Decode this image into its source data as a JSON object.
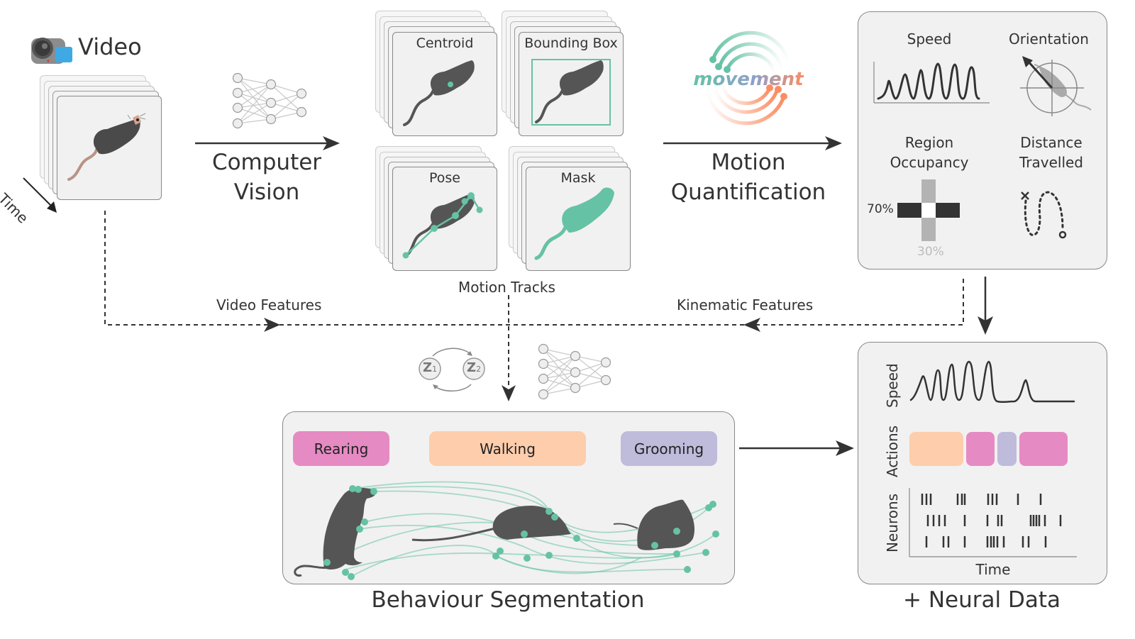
{
  "video": {
    "title": "Video",
    "time_label": "Time",
    "camera_icon": "video-camera-icon"
  },
  "computer_vision": {
    "label_line1": "Computer",
    "label_line2": "Vision",
    "icon": "neural-network-icon"
  },
  "motion_tracks": {
    "caption": "Motion Tracks",
    "cards": [
      {
        "label": "Centroid"
      },
      {
        "label": "Bounding Box"
      },
      {
        "label": "Pose"
      },
      {
        "label": "Mask"
      }
    ]
  },
  "motion_quantification": {
    "logo_text": "movement",
    "label_line1": "Motion",
    "label_line2": "Quantification"
  },
  "kinematics_panel": {
    "speed": "Speed",
    "orientation": "Orientation",
    "region_line1": "Region",
    "region_line2": "Occupancy",
    "distance_line1": "Distance",
    "distance_line2": "Travelled",
    "occupancy_high": "70%",
    "occupancy_low": "30%"
  },
  "flows": {
    "video_features": "Video Features",
    "kinematic_features": "Kinematic Features"
  },
  "models": {
    "state1": "Z",
    "state1_sub": "1",
    "state2": "Z",
    "state2_sub": "2"
  },
  "behaviour": {
    "caption": "Behaviour Segmentation",
    "labels": [
      {
        "name": "Rearing",
        "color": "#e68ac3"
      },
      {
        "name": "Walking",
        "color": "#fdcdac"
      },
      {
        "name": "Grooming",
        "color": "#bfbbdb"
      }
    ]
  },
  "neural": {
    "caption": "+ Neural Data",
    "row_speed": "Speed",
    "row_actions": "Actions",
    "row_neurons": "Neurons",
    "x_label": "Time",
    "action_sequence": [
      {
        "label": "Walking",
        "color": "#fdcdac",
        "fraction": 0.34
      },
      {
        "label": "Rearing",
        "color": "#e68ac3",
        "fraction": 0.18
      },
      {
        "label": "Grooming",
        "color": "#bfbbdb",
        "fraction": 0.12
      },
      {
        "label": "Rearing",
        "color": "#e68ac3",
        "fraction": 0.3
      }
    ]
  },
  "colors": {
    "accent_teal": "#66c2a5",
    "accent_orange": "#fc8d62",
    "accent_purple": "#8da0cb",
    "dark": "#333333",
    "panel_bg": "#f1f1f1"
  }
}
